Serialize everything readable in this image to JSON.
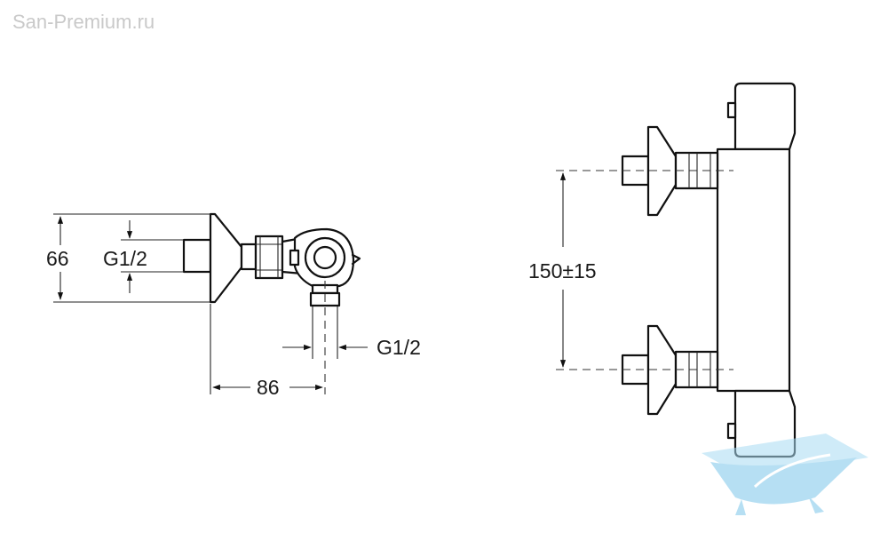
{
  "watermark": {
    "site": "San-Premium.ru",
    "logo": "bathtub-logo-icon"
  },
  "side_view": {
    "dim_height": "66",
    "dim_inlet_thread": "G1/2",
    "dim_outlet_thread": "G1/2",
    "dim_depth": "86"
  },
  "front_view": {
    "dim_center_distance": "150±15"
  },
  "colors": {
    "line": "#111111",
    "watermark_text": "#c9c9c9",
    "watermark_logo": "#7cc6ea"
  }
}
